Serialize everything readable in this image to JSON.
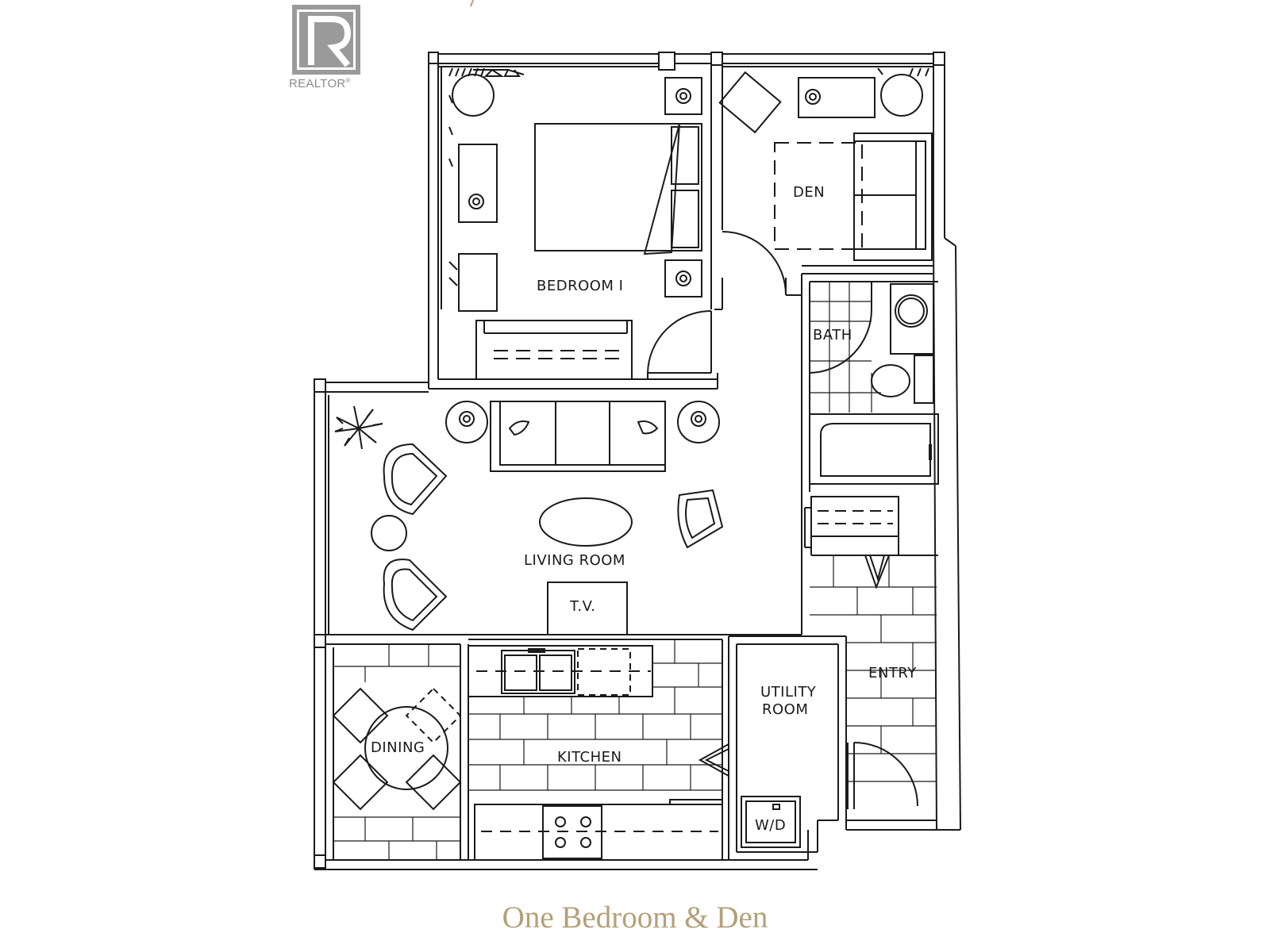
{
  "logo": {
    "text": "REALTOR",
    "mark": "®"
  },
  "rooms": {
    "bedroom": "BEDROOM I",
    "den": "DEN",
    "bath": "BATH",
    "living": "LIVING ROOM",
    "tv": "T.V.",
    "utility_line1": "UTILITY",
    "utility_line2": "ROOM",
    "entry": "ENTRY",
    "dining": "DINING",
    "kitchen": "KITCHEN",
    "washer_dryer": "W/D"
  },
  "caption": "One Bedroom & Den",
  "colors": {
    "caption": "#b5a077",
    "logo": "#8a8a8a",
    "lines": "#1a1a1a"
  }
}
